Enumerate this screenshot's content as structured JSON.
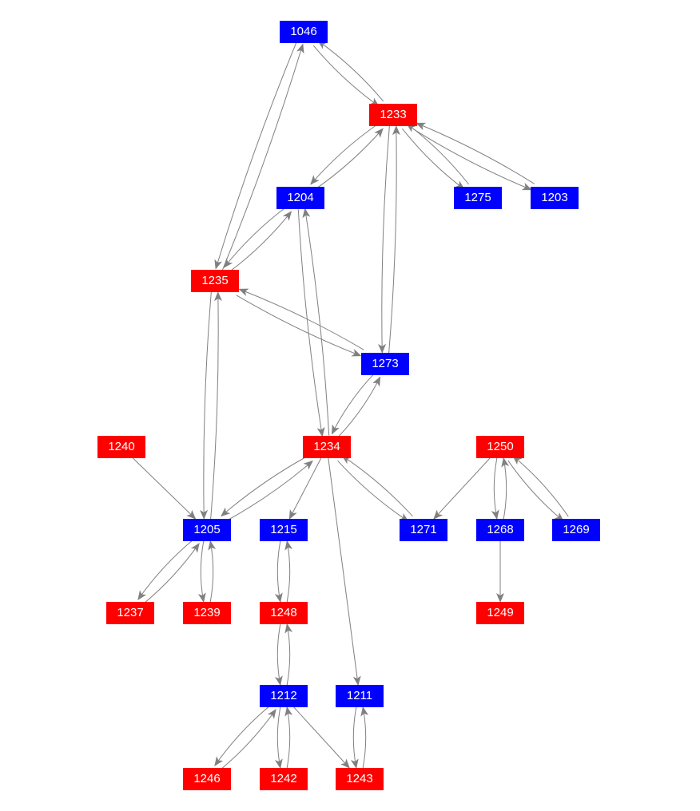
{
  "colors": {
    "red": "#ff0000",
    "blue": "#0000ff",
    "edge": "#808080"
  },
  "nodes": [
    {
      "id": "1046",
      "color": "blue"
    },
    {
      "id": "1233",
      "color": "red"
    },
    {
      "id": "1204",
      "color": "blue"
    },
    {
      "id": "1275",
      "color": "blue"
    },
    {
      "id": "1203",
      "color": "blue"
    },
    {
      "id": "1235",
      "color": "red"
    },
    {
      "id": "1273",
      "color": "blue"
    },
    {
      "id": "1240",
      "color": "red"
    },
    {
      "id": "1234",
      "color": "red"
    },
    {
      "id": "1250",
      "color": "red"
    },
    {
      "id": "1205",
      "color": "blue"
    },
    {
      "id": "1215",
      "color": "blue"
    },
    {
      "id": "1271",
      "color": "blue"
    },
    {
      "id": "1268",
      "color": "blue"
    },
    {
      "id": "1269",
      "color": "blue"
    },
    {
      "id": "1237",
      "color": "red"
    },
    {
      "id": "1239",
      "color": "red"
    },
    {
      "id": "1248",
      "color": "red"
    },
    {
      "id": "1249",
      "color": "red"
    },
    {
      "id": "1212",
      "color": "blue"
    },
    {
      "id": "1211",
      "color": "blue"
    },
    {
      "id": "1246",
      "color": "red"
    },
    {
      "id": "1242",
      "color": "red"
    },
    {
      "id": "1243",
      "color": "red"
    }
  ],
  "edges": [
    [
      "1046",
      "1233"
    ],
    [
      "1233",
      "1046"
    ],
    [
      "1046",
      "1235"
    ],
    [
      "1235",
      "1046"
    ],
    [
      "1233",
      "1204"
    ],
    [
      "1204",
      "1233"
    ],
    [
      "1233",
      "1275"
    ],
    [
      "1275",
      "1233"
    ],
    [
      "1233",
      "1203"
    ],
    [
      "1203",
      "1233"
    ],
    [
      "1233",
      "1273"
    ],
    [
      "1273",
      "1233"
    ],
    [
      "1204",
      "1235"
    ],
    [
      "1235",
      "1204"
    ],
    [
      "1204",
      "1234"
    ],
    [
      "1234",
      "1204"
    ],
    [
      "1235",
      "1273"
    ],
    [
      "1273",
      "1235"
    ],
    [
      "1235",
      "1205"
    ],
    [
      "1205",
      "1235"
    ],
    [
      "1273",
      "1234"
    ],
    [
      "1234",
      "1273"
    ],
    [
      "1240",
      "1205"
    ],
    [
      "1234",
      "1205"
    ],
    [
      "1205",
      "1234"
    ],
    [
      "1234",
      "1215"
    ],
    [
      "1234",
      "1271"
    ],
    [
      "1271",
      "1234"
    ],
    [
      "1234",
      "1211"
    ],
    [
      "1250",
      "1271"
    ],
    [
      "1250",
      "1268"
    ],
    [
      "1268",
      "1250"
    ],
    [
      "1250",
      "1269"
    ],
    [
      "1269",
      "1250"
    ],
    [
      "1268",
      "1249"
    ],
    [
      "1205",
      "1237"
    ],
    [
      "1237",
      "1205"
    ],
    [
      "1205",
      "1239"
    ],
    [
      "1239",
      "1205"
    ],
    [
      "1215",
      "1248"
    ],
    [
      "1248",
      "1215"
    ],
    [
      "1248",
      "1212"
    ],
    [
      "1212",
      "1248"
    ],
    [
      "1212",
      "1246"
    ],
    [
      "1246",
      "1212"
    ],
    [
      "1212",
      "1242"
    ],
    [
      "1242",
      "1212"
    ],
    [
      "1212",
      "1243"
    ],
    [
      "1211",
      "1243"
    ],
    [
      "1243",
      "1211"
    ]
  ]
}
